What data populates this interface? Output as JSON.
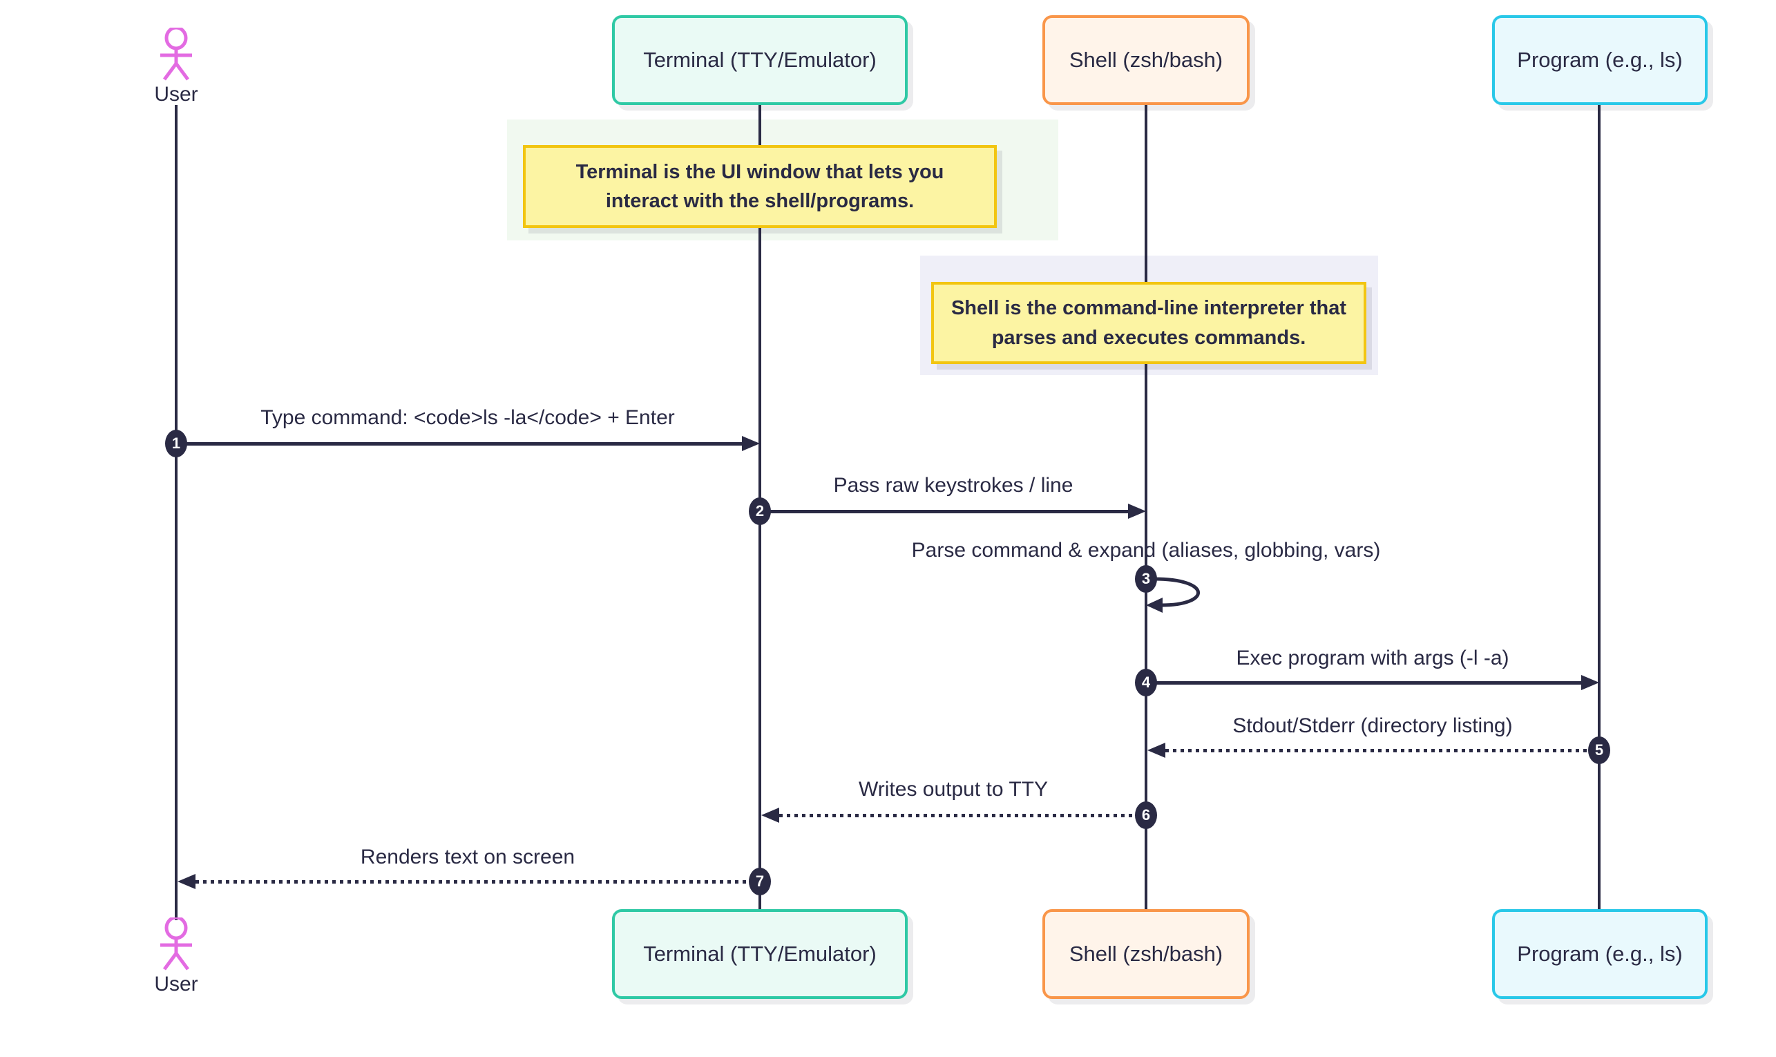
{
  "participants": [
    {
      "id": "user",
      "label": "User",
      "type": "actor"
    },
    {
      "id": "terminal",
      "label": "Terminal (TTY/Emulator)",
      "type": "box"
    },
    {
      "id": "shell",
      "label": "Shell (zsh/bash)",
      "type": "box"
    },
    {
      "id": "program",
      "label": "Program (e.g., ls)",
      "type": "box"
    }
  ],
  "notes": [
    {
      "over": "terminal",
      "text": "Terminal is the UI window that lets you interact with the shell/programs."
    },
    {
      "over": "shell",
      "text": "Shell is the command-line interpreter that parses and executes commands."
    }
  ],
  "messages": [
    {
      "seq": "1",
      "text": "Type command: <code>ls -la</code> + Enter",
      "from": "user",
      "to": "terminal",
      "line": "solid"
    },
    {
      "seq": "2",
      "text": "Pass raw keystrokes / line",
      "from": "terminal",
      "to": "shell",
      "line": "solid"
    },
    {
      "seq": "3",
      "text": "Parse command & expand (aliases, globbing, vars)",
      "from": "shell",
      "to": "shell",
      "line": "self"
    },
    {
      "seq": "4",
      "text": "Exec program with args (-l -a)",
      "from": "shell",
      "to": "program",
      "line": "solid"
    },
    {
      "seq": "5",
      "text": "Stdout/Stderr (directory listing)",
      "from": "program",
      "to": "shell",
      "line": "dotted"
    },
    {
      "seq": "6",
      "text": "Writes output to TTY",
      "from": "shell",
      "to": "terminal",
      "line": "dotted"
    },
    {
      "seq": "7",
      "text": "Renders text on screen",
      "from": "terminal",
      "to": "user",
      "line": "dotted"
    }
  ],
  "colors": {
    "ink": "#2a2a44",
    "actor_stroke": "#e36be2",
    "terminal_border": "#2fc9a5",
    "terminal_fill": "#eafaf5",
    "shell_border": "#f9964a",
    "shell_fill": "#fff4ea",
    "program_border": "#29c8e8",
    "program_fill": "#e9f9fd",
    "note_border": "#f2c511",
    "note_fill": "#fcf4a3",
    "bg_rect_green": "#f1f9f0",
    "bg_rect_lavender": "#efeff8",
    "badge_fill": "#2a2a44",
    "badge_text": "#ffffff"
  }
}
